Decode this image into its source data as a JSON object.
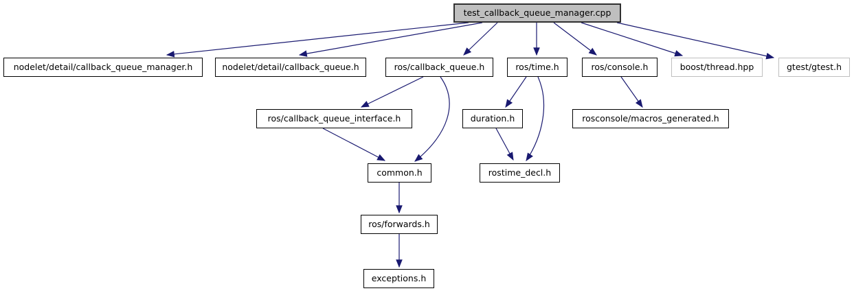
{
  "diagram": {
    "kind": "doxygen-include-dependency-graph",
    "root_file": "test_callback_queue_manager.cpp",
    "colors": {
      "edge": "#191970",
      "root_node_fill": "#bfbfbf",
      "root_node_border": "#303030",
      "node_fill": "#ffffff",
      "node_border": "#000000",
      "external_node_border": "#bfbfbf",
      "background": "#ffffff",
      "text": "#000000"
    },
    "nodes": [
      {
        "id": "test_callback_queue_manager.cpp",
        "label": "test_callback_queue_manager.cpp",
        "kind": "root"
      },
      {
        "id": "nodelet/detail/callback_queue_manager.h",
        "label": "nodelet/detail/callback_queue_manager.h",
        "kind": "internal"
      },
      {
        "id": "nodelet/detail/callback_queue.h",
        "label": "nodelet/detail/callback_queue.h",
        "kind": "internal"
      },
      {
        "id": "ros/callback_queue.h",
        "label": "ros/callback_queue.h",
        "kind": "internal"
      },
      {
        "id": "ros/time.h",
        "label": "ros/time.h",
        "kind": "internal"
      },
      {
        "id": "ros/console.h",
        "label": "ros/console.h",
        "kind": "internal"
      },
      {
        "id": "boost/thread.hpp",
        "label": "boost/thread.hpp",
        "kind": "external"
      },
      {
        "id": "gtest/gtest.h",
        "label": "gtest/gtest.h",
        "kind": "external"
      },
      {
        "id": "ros/callback_queue_interface.h",
        "label": "ros/callback_queue_interface.h",
        "kind": "internal"
      },
      {
        "id": "duration.h",
        "label": "duration.h",
        "kind": "internal"
      },
      {
        "id": "rosconsole/macros_generated.h",
        "label": "rosconsole/macros_generated.h",
        "kind": "internal"
      },
      {
        "id": "common.h",
        "label": "common.h",
        "kind": "internal"
      },
      {
        "id": "rostime_decl.h",
        "label": "rostime_decl.h",
        "kind": "internal"
      },
      {
        "id": "ros/forwards.h",
        "label": "ros/forwards.h",
        "kind": "internal"
      },
      {
        "id": "exceptions.h",
        "label": "exceptions.h",
        "kind": "internal"
      }
    ],
    "edges": [
      {
        "from": "test_callback_queue_manager.cpp",
        "to": "nodelet/detail/callback_queue_manager.h"
      },
      {
        "from": "test_callback_queue_manager.cpp",
        "to": "nodelet/detail/callback_queue.h"
      },
      {
        "from": "test_callback_queue_manager.cpp",
        "to": "ros/callback_queue.h"
      },
      {
        "from": "test_callback_queue_manager.cpp",
        "to": "ros/time.h"
      },
      {
        "from": "test_callback_queue_manager.cpp",
        "to": "ros/console.h"
      },
      {
        "from": "test_callback_queue_manager.cpp",
        "to": "boost/thread.hpp"
      },
      {
        "from": "test_callback_queue_manager.cpp",
        "to": "gtest/gtest.h"
      },
      {
        "from": "ros/callback_queue.h",
        "to": "ros/callback_queue_interface.h"
      },
      {
        "from": "ros/callback_queue.h",
        "to": "common.h"
      },
      {
        "from": "ros/callback_queue_interface.h",
        "to": "common.h"
      },
      {
        "from": "ros/time.h",
        "to": "duration.h"
      },
      {
        "from": "ros/time.h",
        "to": "rostime_decl.h"
      },
      {
        "from": "duration.h",
        "to": "rostime_decl.h"
      },
      {
        "from": "ros/console.h",
        "to": "rosconsole/macros_generated.h"
      },
      {
        "from": "common.h",
        "to": "ros/forwards.h"
      },
      {
        "from": "ros/forwards.h",
        "to": "exceptions.h"
      }
    ]
  }
}
